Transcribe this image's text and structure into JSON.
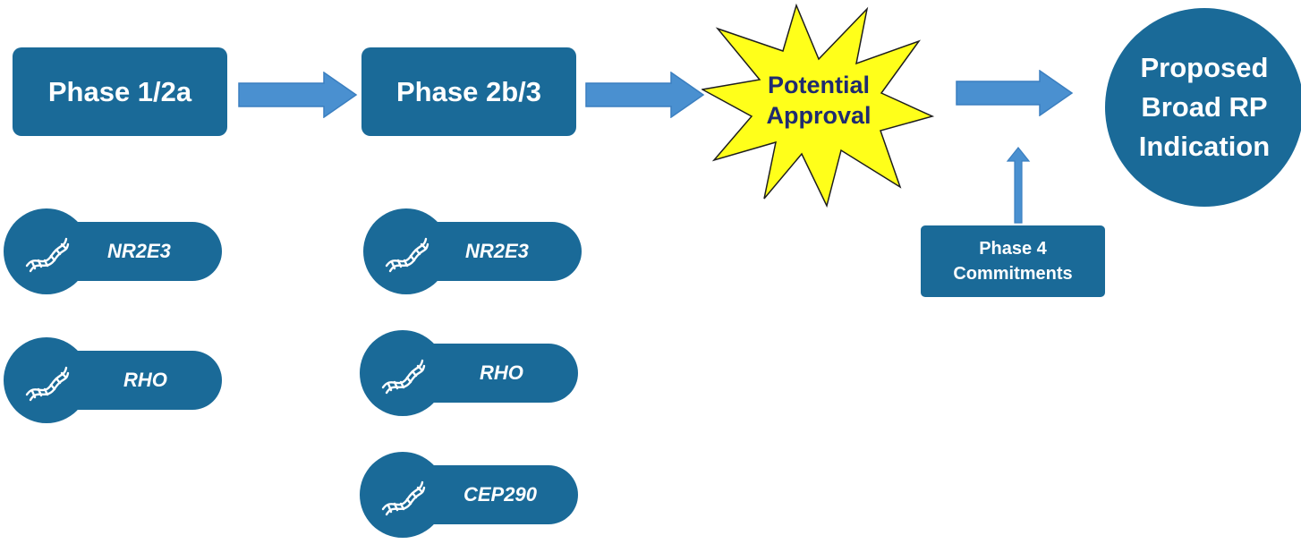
{
  "phases": {
    "phase1": "Phase 1/2a",
    "phase2": "Phase 2b/3"
  },
  "approval": {
    "line1": "Potential",
    "line2": "Approval"
  },
  "outcome": {
    "line1": "Proposed",
    "line2": "Broad RP",
    "line3": "Indication"
  },
  "phase4": {
    "line1": "Phase 4",
    "line2": "Commitments"
  },
  "genes": {
    "col1": [
      "NR2E3",
      "RHO"
    ],
    "col2": [
      "NR2E3",
      "RHO",
      "CEP290"
    ]
  },
  "colors": {
    "box": "#1a6a98",
    "arrow": "#4a90d0",
    "star_fill": "#ffff1a",
    "star_text": "#1f2b70"
  },
  "icons": {
    "gene": "dna-helix-icon",
    "flow": "right-arrow-icon",
    "up": "up-arrow-icon"
  }
}
